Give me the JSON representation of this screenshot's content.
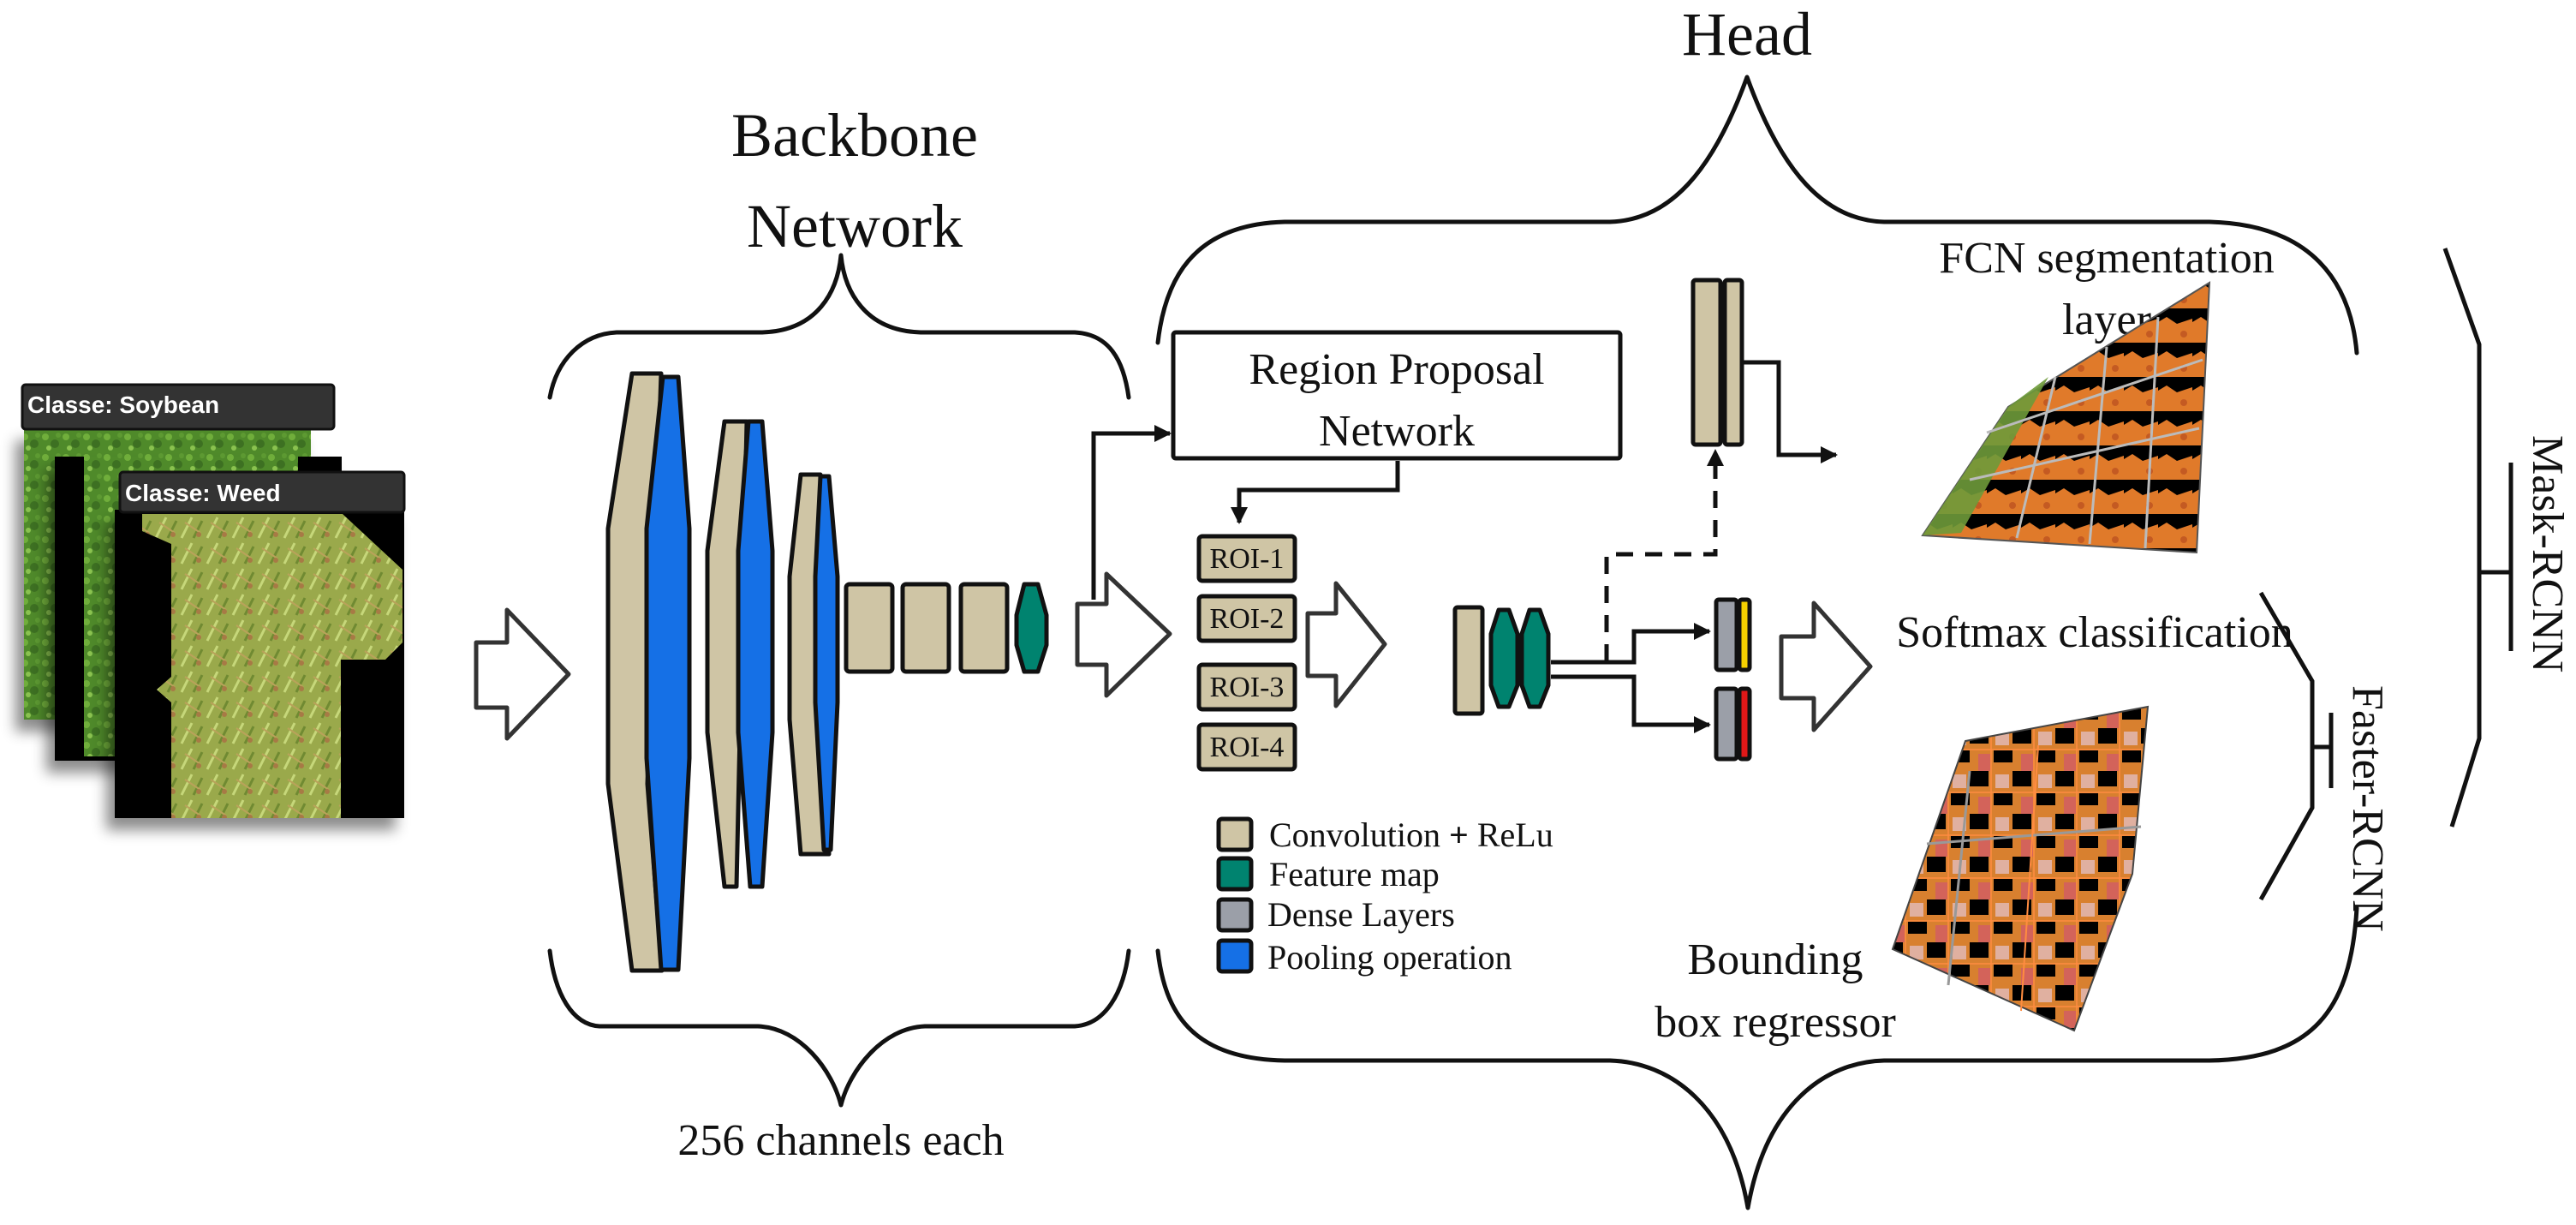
{
  "titles": {
    "backbone_line1": "Backbone",
    "backbone_line2": "Network",
    "head": "Head",
    "backbone_caption": "256 channels each"
  },
  "input_images": [
    {
      "class_label": "Classe: Soybean",
      "content": "green soybean foliage photo"
    },
    {
      "class_label": "",
      "content": "masked crop photo"
    },
    {
      "class_label": "Classe: Weed",
      "content": "masked weed foliage photo"
    }
  ],
  "rpn": {
    "line1": "Region Proposal",
    "line2": "Network"
  },
  "rois": [
    "ROI-1",
    "ROI-2",
    "ROI-3",
    "ROI-4"
  ],
  "outputs": {
    "fcn_line1": "FCN segmentation",
    "fcn_line2": "layer",
    "softmax": "Softmax classification",
    "bbox_line1": "Bounding",
    "bbox_line2": "box regressor"
  },
  "models": {
    "mask_rcnn": "Mask-RCNN",
    "faster_rcnn": "Faster-RCNN"
  },
  "legend": [
    {
      "label_pre": "Convolution ",
      "label_sym": "+",
      "label_post": " ReLu",
      "color": "#cfc5a5",
      "key": "conv"
    },
    {
      "label_pre": "Feature map",
      "label_sym": "",
      "label_post": "",
      "color": "#00836f",
      "key": "feature"
    },
    {
      "label_pre": "Dense Layers",
      "label_sym": "",
      "label_post": "",
      "color": "#9b9fa8",
      "key": "dense"
    },
    {
      "label_pre": "Pooling operation",
      "label_sym": "",
      "label_post": "",
      "color": "#1570e6",
      "key": "pool"
    }
  ],
  "colors": {
    "conv": "#cfc5a5",
    "feature": "#00836f",
    "dense": "#9b9fa8",
    "pool": "#1570e6",
    "softmax_out": "#f5d000",
    "bbox_out": "#e01818",
    "label_bg": "#333333"
  }
}
